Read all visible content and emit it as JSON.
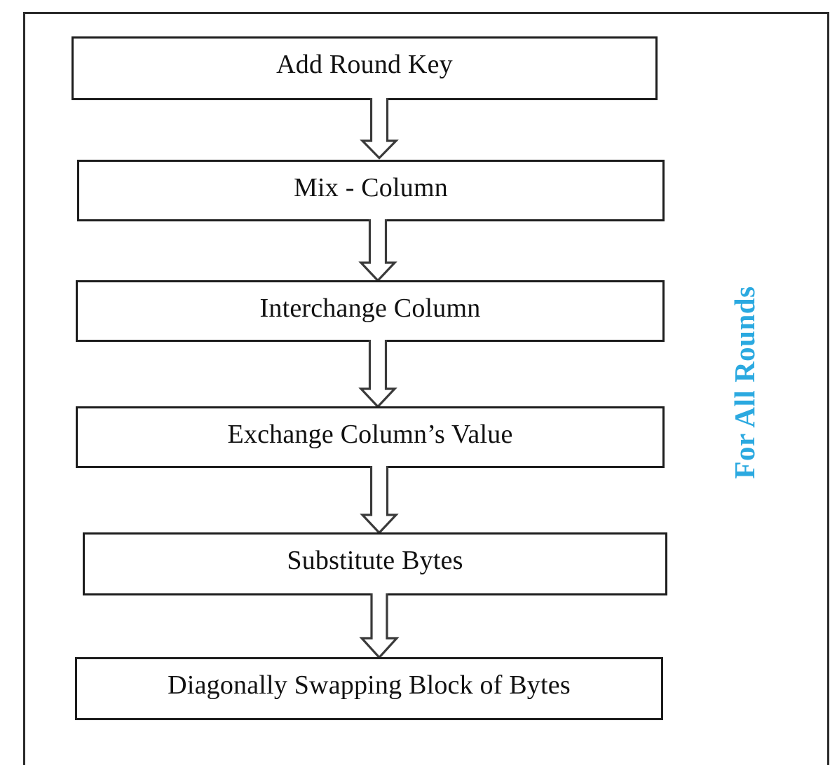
{
  "diagram": {
    "title_caption": "For All Rounds",
    "caption_color": "#2BA9E0",
    "border_color": "#1d1d1d",
    "background_color": "#ffffff",
    "steps": [
      {
        "id": "add-round-key",
        "label": "Add Round Key"
      },
      {
        "id": "mix-column",
        "label": "Mix - Column"
      },
      {
        "id": "interchange-column",
        "label": "Interchange Column"
      },
      {
        "id": "exchange-columns-value",
        "label": "Exchange Column’s Value"
      },
      {
        "id": "substitute-bytes",
        "label": "Substitute Bytes"
      },
      {
        "id": "diagonally-swapping",
        "label": "Diagonally Swapping Block of Bytes"
      }
    ],
    "connectors": [
      {
        "from": "add-round-key",
        "to": "mix-column"
      },
      {
        "from": "mix-column",
        "to": "interchange-column"
      },
      {
        "from": "interchange-column",
        "to": "exchange-columns-value"
      },
      {
        "from": "exchange-columns-value",
        "to": "substitute-bytes"
      },
      {
        "from": "substitute-bytes",
        "to": "diagonally-swapping"
      }
    ]
  }
}
